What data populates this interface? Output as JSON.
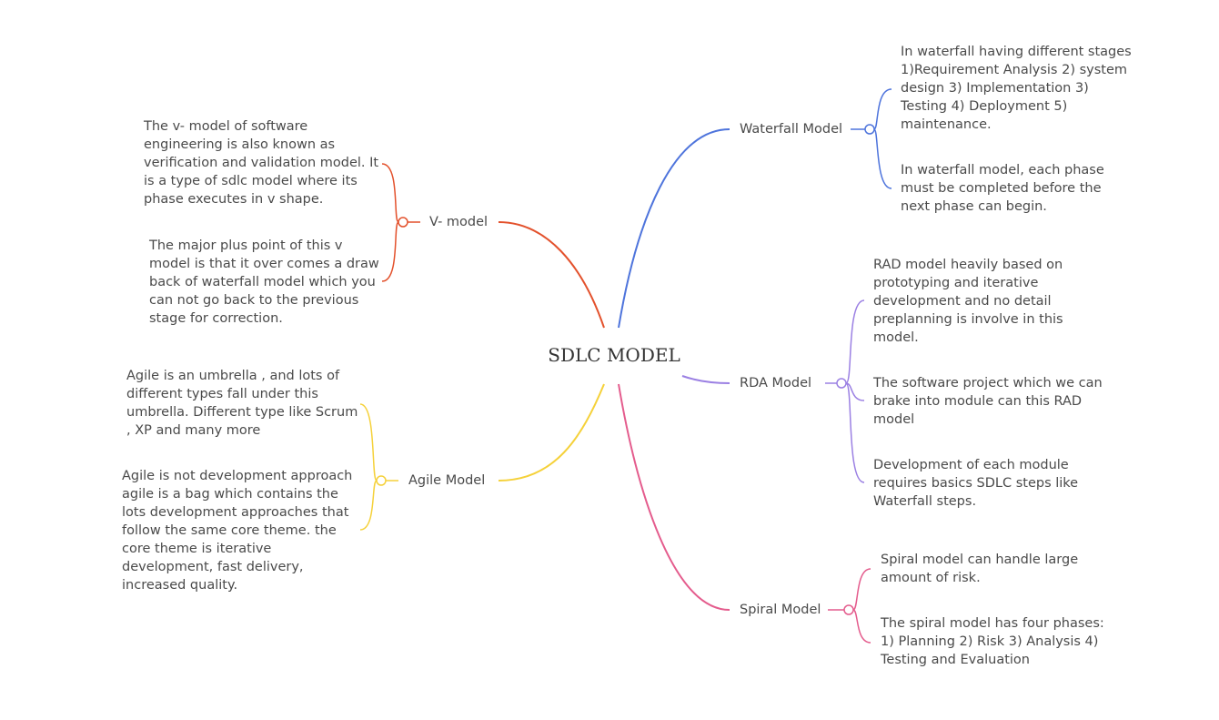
{
  "root": {
    "title": "SDLC MODEL"
  },
  "colors": {
    "waterfall": "#4e74dc",
    "rda": "#9b80e3",
    "spiral": "#e45c8d",
    "vmodel": "#e3512c",
    "agile": "#f5d13a"
  },
  "branches": {
    "waterfall": {
      "label": "Waterfall Model",
      "notes": [
        [
          "In waterfall having different stages",
          "1)Requirement Analysis 2) system",
          "design 3) Implementation 3)",
          "Testing 4) Deployment  5)",
          "maintenance."
        ],
        [
          "In waterfall model, each phase",
          "must be completed before the",
          "next phase can begin."
        ]
      ]
    },
    "rda": {
      "label": "RDA Model",
      "notes": [
        [
          "RAD model heavily based on",
          "prototyping and iterative",
          "development and no detail",
          "preplanning is involve in this",
          "model."
        ],
        [
          "The software project which we can",
          "brake into module can this RAD",
          "model"
        ],
        [
          "Development of each module",
          "requires basics SDLC steps like",
          "Waterfall steps."
        ]
      ]
    },
    "spiral": {
      "label": "Spiral Model",
      "notes": [
        [
          "Spiral model can handle large",
          "amount of risk."
        ],
        [
          "The spiral model has four phases:",
          "1) Planning 2) Risk 3) Analysis 4)",
          "Testing and Evaluation"
        ]
      ]
    },
    "vmodel": {
      "label": "V- model",
      "notes": [
        [
          "The v- model of software",
          "engineering is also known as",
          "verification and validation model. It",
          "is a type of sdlc model where its",
          "phase executes in v shape."
        ],
        [
          "The major plus point of this v",
          "model is that it over comes a draw",
          "back of waterfall model which you",
          "can not go back to the previous",
          "stage for correction."
        ]
      ]
    },
    "agile": {
      "label": "Agile Model",
      "notes": [
        [
          "Agile is an umbrella , and lots of",
          "different types fall under this",
          "umbrella. Different type like Scrum",
          ", XP and many more"
        ],
        [
          "Agile is not development approach",
          "agile is a bag which contains the",
          "lots development approaches that",
          "follow the same core theme. the",
          "core theme is iterative",
          "development, fast delivery,",
          "increased quality."
        ]
      ]
    }
  }
}
